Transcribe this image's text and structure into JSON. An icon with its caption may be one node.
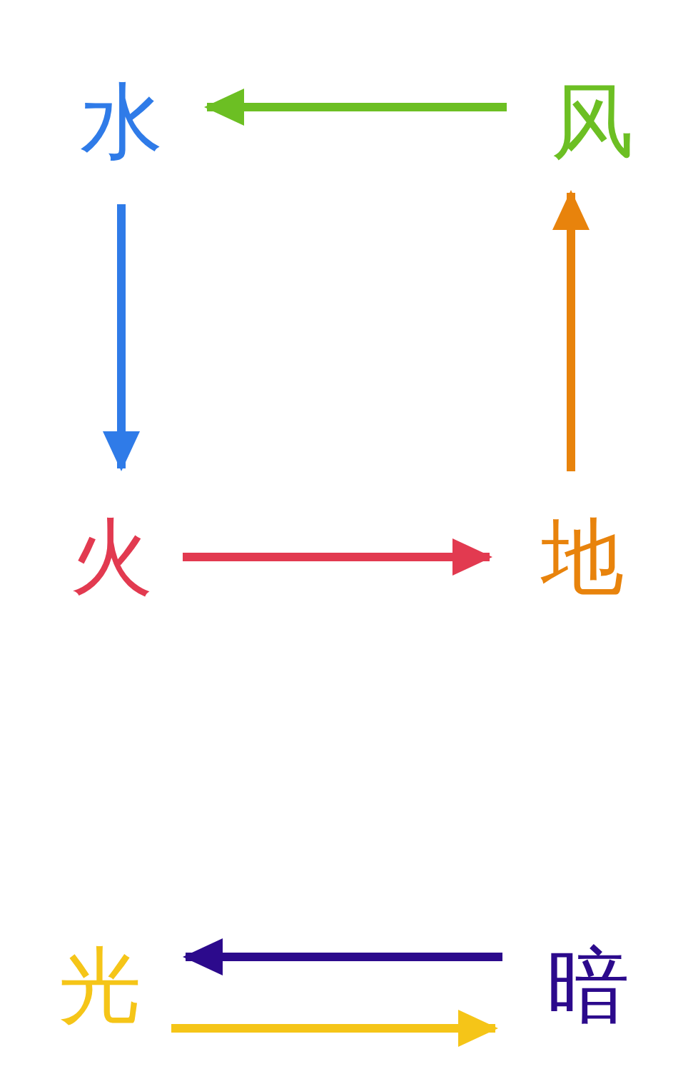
{
  "diagram": {
    "nodes": [
      {
        "text": [
          "水"
        ]
      },
      {
        "text": [
          "风"
        ]
      },
      {
        "text": [
          "火"
        ]
      },
      {
        "text": [
          "地"
        ]
      },
      {
        "text": [
          "光"
        ]
      },
      {
        "text": [
          "暗"
        ]
      }
    ],
    "edges": [
      {
        "from": 1,
        "to": 0,
        "arrow": "to",
        "color": "#6cbf23"
      },
      {
        "from": 0,
        "to": 2,
        "arrow": "to",
        "color": "#2f7be8"
      },
      {
        "from": 2,
        "to": 3,
        "arrow": "to",
        "color": "#e23a50"
      },
      {
        "from": 3,
        "to": 1,
        "arrow": "to",
        "color": "#e8830c"
      },
      {
        "from": 5,
        "to": 4,
        "arrow": "to",
        "color": "#2c0a8c"
      },
      {
        "from": 4,
        "to": 5,
        "arrow": "to",
        "color": "#f5c518"
      }
    ]
  }
}
